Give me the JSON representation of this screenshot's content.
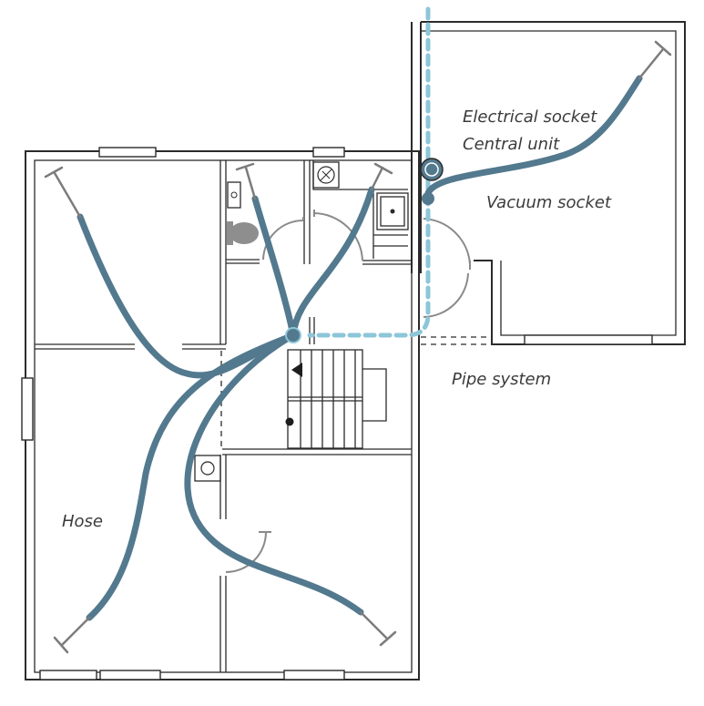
{
  "labels": {
    "electrical_socket": "Electrical socket",
    "central_unit": "Central unit",
    "vacuum_socket": "Vacuum socket",
    "pipe_system": "Pipe system",
    "hose": "Hose"
  },
  "colors": {
    "hose": "#53798e",
    "pipe": "#8cc6d8",
    "wall": "#2b2b2b",
    "door": "#8a8a8a",
    "tool": "#7c7c7c"
  }
}
